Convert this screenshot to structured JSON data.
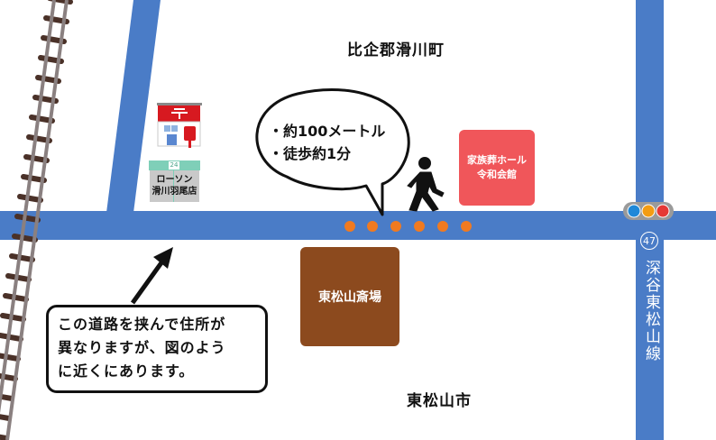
{
  "map": {
    "colors": {
      "road": "#4a7cc7",
      "rail": "#8a8080",
      "sleeper": "#4a3128",
      "dots": "#f07a20",
      "hall_box": "#f0565a",
      "crematorium_box": "#8c4a1e",
      "post_red": "#d71920"
    },
    "region_labels": {
      "north": "比企郡滑川町",
      "south": "東松山市"
    },
    "landmarks": {
      "post_office": {
        "icon": "post-office-icon"
      },
      "lawson": {
        "sign": "24",
        "name_line1": "ローソン",
        "name_line2": "滑川羽尾店"
      },
      "funeral_hall": {
        "line1": "家族葬ホール",
        "line2": "令和会館"
      },
      "crematorium": {
        "label": "東松山斎場"
      }
    },
    "speech_bubble": {
      "line1": "・約100メートル",
      "line2": "・徒歩約1分"
    },
    "note_callout": {
      "line1": "この道路を挟んで住所が",
      "line2": "異なりますが、図のよう",
      "line3": "に近くにあります。"
    },
    "route": {
      "number": "47",
      "name": "深谷東松山線"
    },
    "walk_dots_count": 6
  }
}
